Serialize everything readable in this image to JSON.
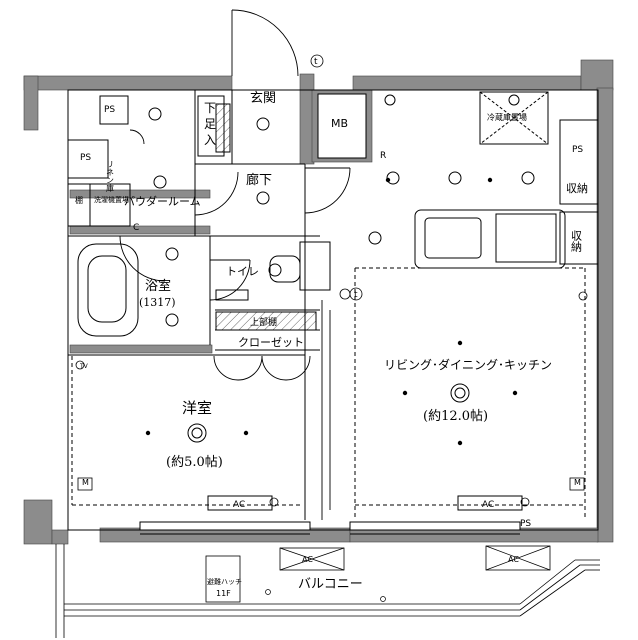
{
  "rooms": {
    "entrance": "玄関",
    "shoe_storage": "下足入",
    "mb": "MB",
    "hallway": "廊下",
    "powder_room": "パウダールーム",
    "linen": "リネン庫",
    "shelf": "棚",
    "washer_space": "洗濯機置場",
    "bathroom": "浴室",
    "bathroom_size": "(1317)",
    "toilet": "トイレ",
    "upper_cabinet": "上部棚",
    "closet": "クローゼット",
    "western_room": "洋室",
    "western_room_size": "(約5.0帖)",
    "ldk": "リビング･ダイニング･キッチン",
    "ldk_size": "(約12.0帖)",
    "fridge": "冷蔵庫置場",
    "storage_1": "収納",
    "storage_2": "収納",
    "balcony": "バルコニー",
    "escape_hatch": "避難ハッチ",
    "escape_hatch_floor": "11F"
  },
  "marks": {
    "ps": "PS",
    "ac": "AC",
    "c": "C",
    "r": "R",
    "m": "M",
    "t": "t",
    "tv": "TV"
  },
  "colors": {
    "wall": "#8c8c8c",
    "line": "#000000"
  }
}
